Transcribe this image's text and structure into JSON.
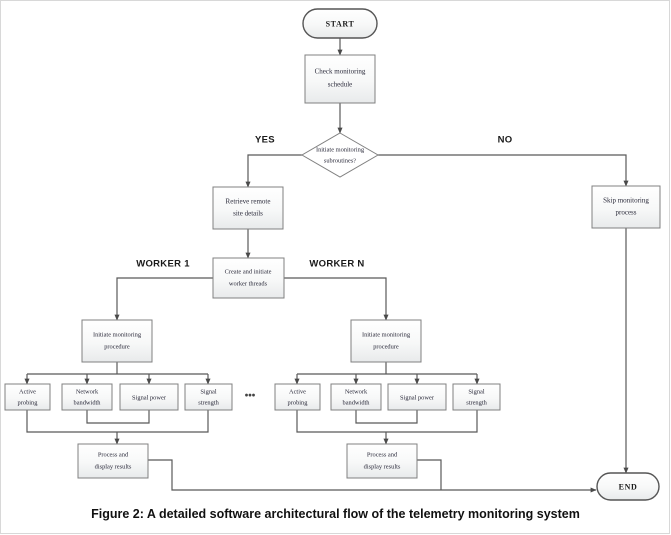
{
  "figure": {
    "caption": "Figure 2: A detailed software architectural flow of the telemetry monitoring system"
  },
  "diagram": {
    "type": "flowchart",
    "nodes": {
      "start": {
        "label": "START",
        "shape": "terminator"
      },
      "check_schedule": {
        "label_line1": "Check monitoring",
        "label_line2": "schedule",
        "shape": "process"
      },
      "decision": {
        "label_line1": "Initiate monitoring",
        "label_line2": "subroutines?",
        "shape": "decision"
      },
      "retrieve_site": {
        "label_line1": "Retrieve remote",
        "label_line2": "site details",
        "shape": "process"
      },
      "create_threads": {
        "label_line1": "Create and initiate",
        "label_line2": "worker threads",
        "shape": "process"
      },
      "skip_process": {
        "label_line1": "Skip monitoring",
        "label_line2": "process",
        "shape": "process"
      },
      "worker1_initiate": {
        "label_line1": "Initiate monitoring",
        "label_line2": "procedure",
        "shape": "process"
      },
      "workern_initiate": {
        "label_line1": "Initiate monitoring",
        "label_line2": "procedure",
        "shape": "process"
      },
      "worker1_results": {
        "label_line1": "Process and",
        "label_line2": "display results",
        "shape": "process"
      },
      "workern_results": {
        "label_line1": "Process and",
        "label_line2": "display results",
        "shape": "process"
      },
      "end": {
        "label": "END",
        "shape": "terminator"
      }
    },
    "branch_labels": {
      "yes": "YES",
      "no": "NO",
      "worker1": "WORKER 1",
      "workern": "WORKER N"
    },
    "ellipsis": "•••",
    "worker1_tasks": [
      {
        "label_line1": "Active",
        "label_line2": "probing"
      },
      {
        "label_line1": "Network",
        "label_line2": "bandwidth"
      },
      {
        "label_line1": "Signal power",
        "label_line2": ""
      },
      {
        "label_line1": "Signal",
        "label_line2": "strength"
      }
    ],
    "workern_tasks": [
      {
        "label_line1": "Active",
        "label_line2": "probing"
      },
      {
        "label_line1": "Network",
        "label_line2": "bandwidth"
      },
      {
        "label_line1": "Signal power",
        "label_line2": ""
      },
      {
        "label_line1": "Signal",
        "label_line2": "strength"
      }
    ],
    "colors": {
      "box_fill_top": "#ffffff",
      "box_fill_bottom": "#eceeef",
      "box_stroke": "#808080",
      "edge_stroke": "#595959",
      "text": "#2a2a3a",
      "page_background": "#ffffff"
    }
  }
}
